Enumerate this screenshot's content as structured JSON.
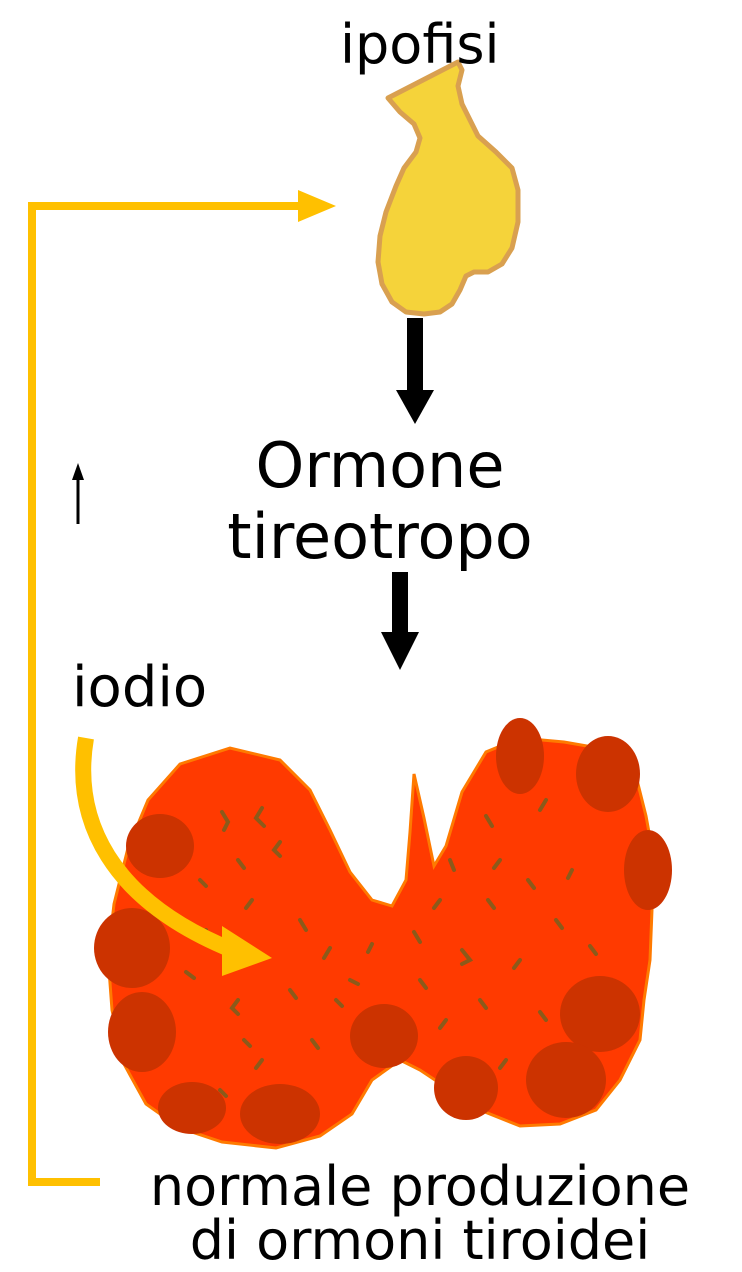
{
  "labels": {
    "pituitary": "ipofisi",
    "hormone_line1": "Ormone",
    "hormone_line2": "tireotropo",
    "iodine": "iodio",
    "output_line1": "normale produzione",
    "output_line2": "di ormoni tiroidei"
  },
  "colors": {
    "feedback_arrow": "#FFC000",
    "iodine_arrow": "#FFC000",
    "flow_arrows": "#000000",
    "pituitary_fill": "#F5D33A",
    "pituitary_outline": "#D9A050",
    "thyroid_fill": "#FF3A00",
    "thyroid_nodules": "#CC3300",
    "thyroid_follicles": "#8B5A1A"
  },
  "icons": {
    "pituitary_gland": "pituitary-gland-shape",
    "thyroid_gland": "thyroid-gland-shape",
    "small_up_arrow": "up-arrow-icon"
  }
}
